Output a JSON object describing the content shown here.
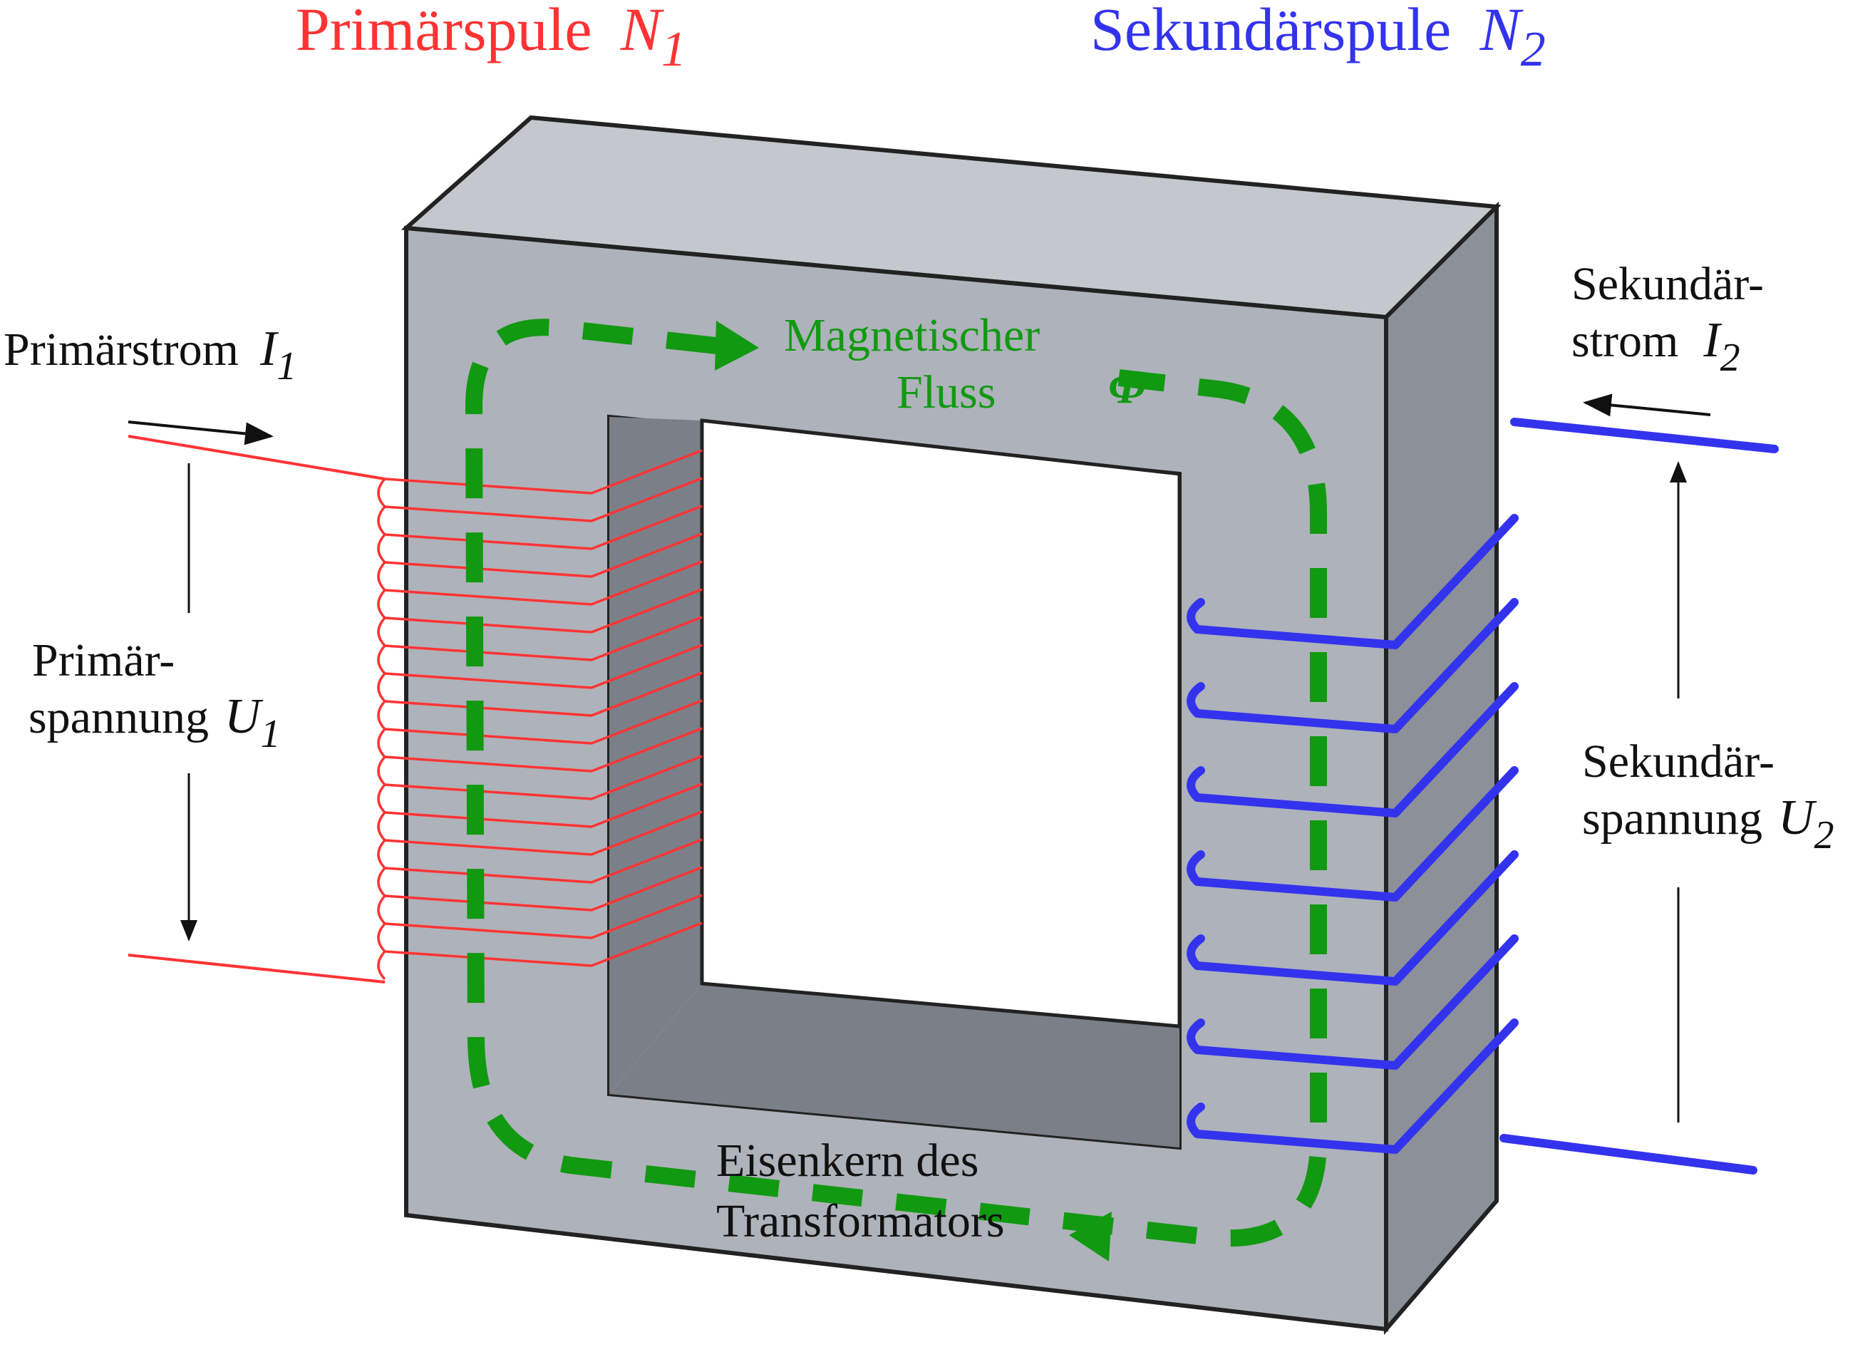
{
  "colors": {
    "primary": "#ff3333",
    "secondary": "#3333ee",
    "flux": "#119911",
    "core_front": "#aeb2ba",
    "core_top": "#c4c8ce",
    "core_side": "#8b9099",
    "core_inner": "#7a7f88",
    "text": "#111111"
  },
  "headings": {
    "primary_coil": {
      "text": "Primärspule",
      "symbol": "N",
      "sub": "1"
    },
    "secondary_coil": {
      "text": "Sekundärspule",
      "symbol": "N",
      "sub": "2"
    }
  },
  "labels": {
    "primary_current": {
      "text": "Primärstrom",
      "symbol": "I",
      "sub": "1"
    },
    "primary_voltage": {
      "line1": "Primär-",
      "line2": "spannung",
      "symbol": "U",
      "sub": "1"
    },
    "secondary_current": {
      "line1": "Sekundär-",
      "line2": "strom",
      "symbol": "I",
      "sub": "2"
    },
    "secondary_voltage": {
      "line1": "Sekundär-",
      "line2": "spannung",
      "symbol": "U",
      "sub": "2"
    },
    "flux": {
      "line1": "Magnetischer",
      "line2": "Fluss",
      "symbol": "Φ"
    },
    "core": {
      "line1": "Eisenkern des",
      "line2": "Transformators"
    }
  },
  "icons": [
    "primary-current-arrow",
    "secondary-current-arrow",
    "voltage-arrow",
    "flux-arrow"
  ]
}
